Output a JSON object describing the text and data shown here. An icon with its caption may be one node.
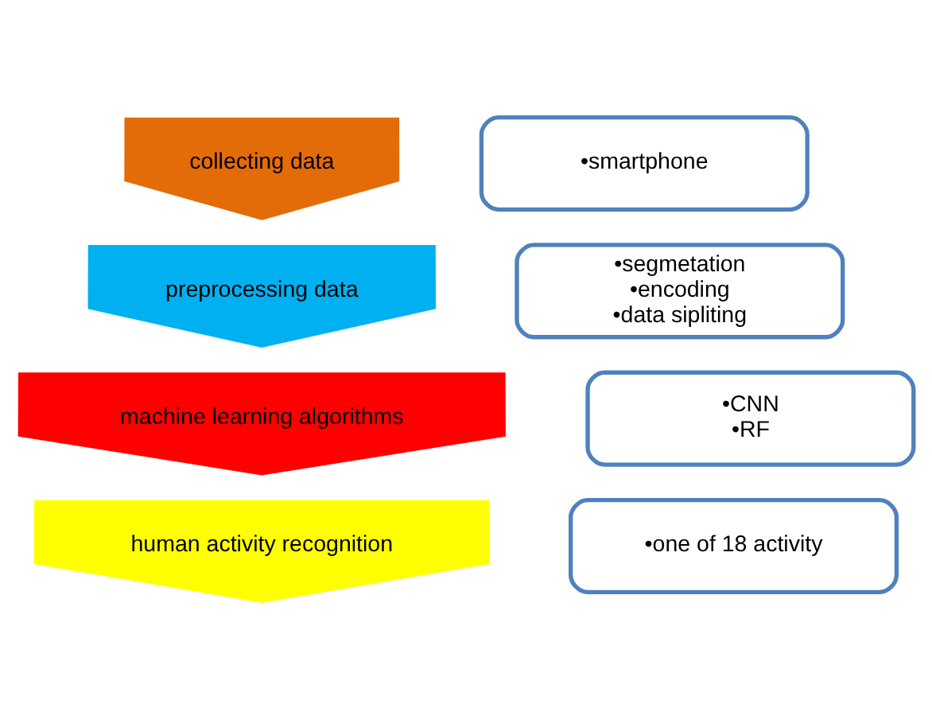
{
  "diagram": {
    "nodes": [
      {
        "text": [
          "collecting data"
        ]
      },
      {
        "text": [
          "preprocessing data"
        ]
      },
      {
        "text": [
          "machine learning algorithms"
        ]
      },
      {
        "text": [
          "human activity recognition"
        ]
      },
      {
        "text": [
          "•smartphone"
        ]
      },
      {
        "text": [
          "•segmetation",
          "•encoding",
          "•data sipliting"
        ]
      },
      {
        "text": [
          "•CNN",
          "•RF"
        ]
      },
      {
        "text": [
          "•one of 18 activity"
        ]
      }
    ],
    "edges": []
  }
}
